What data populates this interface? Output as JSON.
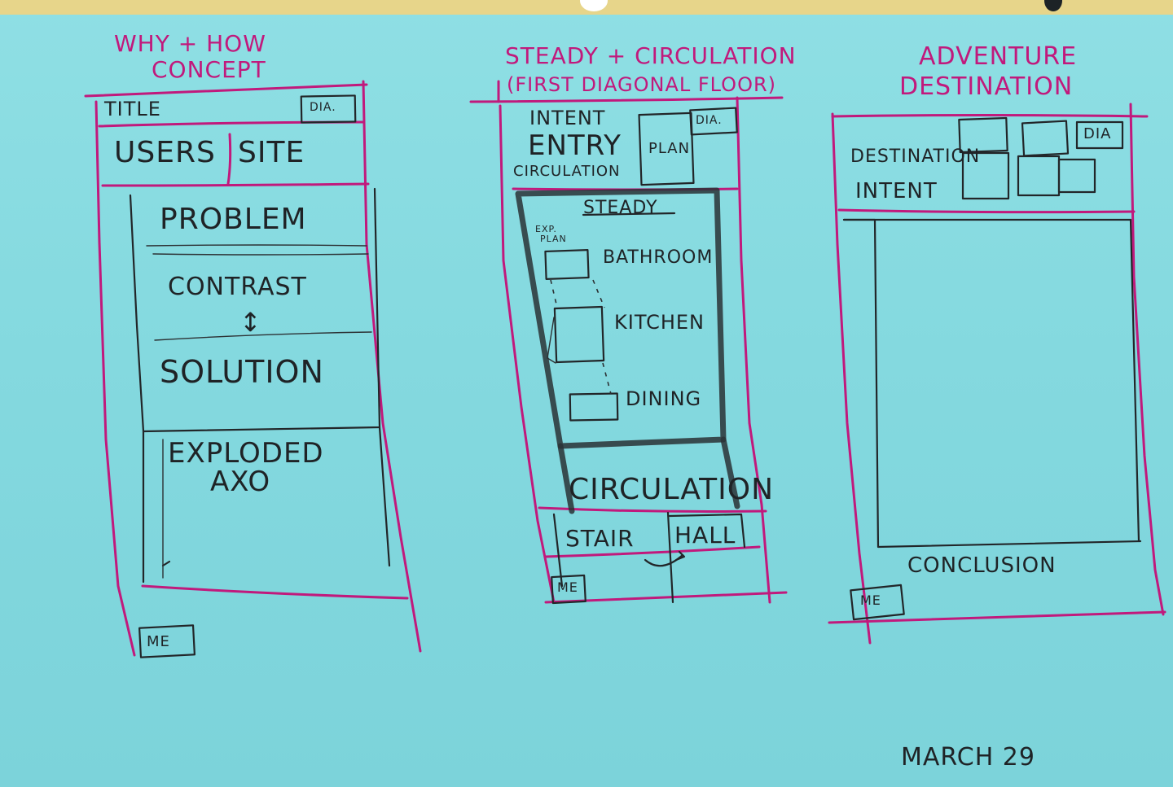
{
  "sheet": {
    "date": "MARCH 29"
  },
  "concept_1": {
    "heading_line1": "WHY + HOW",
    "heading_line2": "CONCEPT",
    "title": "TITLE",
    "dia": "DIA.",
    "users": "USERS",
    "site": "SITE",
    "problem": "PROBLEM",
    "contrast": "CONTRAST",
    "arrow": "↕",
    "solution": "SOLUTION",
    "exploded": "EXPLODED",
    "axo": "AXO",
    "me": "ME"
  },
  "concept_2": {
    "heading_line1": "STEADY + CIRCULATION",
    "heading_line2": "(FIRST DIAGONAL FLOOR)",
    "intent": "INTENT",
    "entry": "ENTRY",
    "circulation_small": "CIRCULATION",
    "plan": "PLAN",
    "dia": "DIA.",
    "steady": "STEADY",
    "exp_plan_1": "EXP.",
    "exp_plan_2": "PLAN",
    "bathroom": "BATHROOM",
    "kitchen": "KITCHEN",
    "dining": "DINING",
    "circulation": "CIRCULATION",
    "stair": "STAIR",
    "hall": "HALL",
    "me": "ME"
  },
  "concept_3": {
    "heading_line1": "ADVENTURE",
    "heading_line2": "DESTINATION",
    "destination": "DESTINATION",
    "intent": "INTENT",
    "dia": "DIA",
    "conclusion": "CONCLUSION",
    "me": "ME"
  }
}
